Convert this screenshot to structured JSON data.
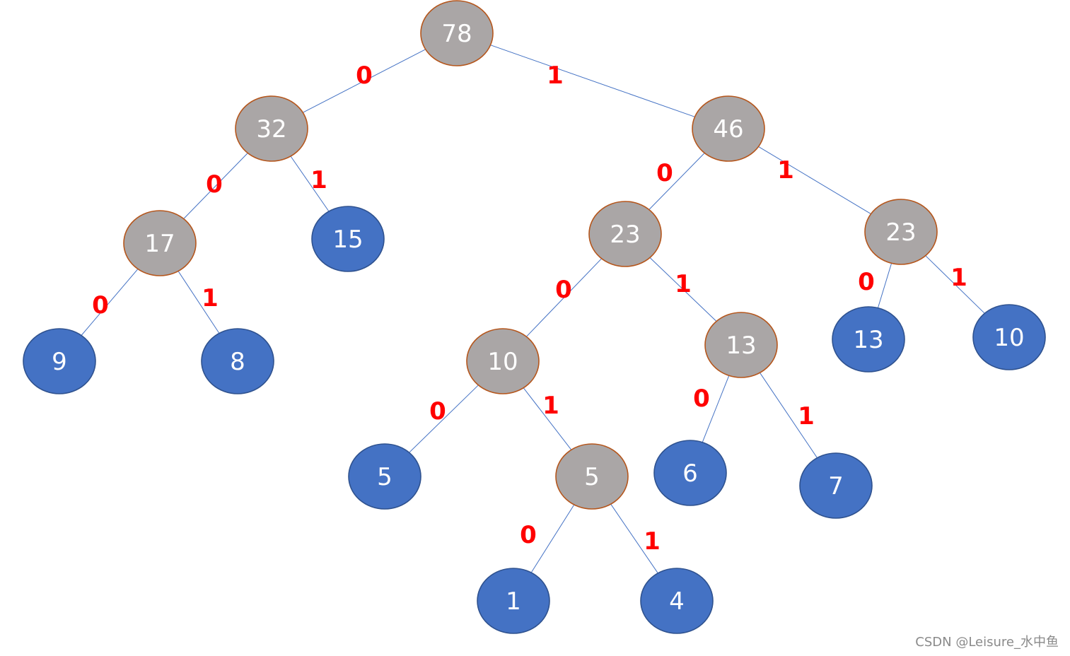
{
  "tree": {
    "nodes": [
      {
        "id": "n78",
        "label": "78",
        "kind": "internal"
      },
      {
        "id": "n32",
        "label": "32",
        "kind": "internal"
      },
      {
        "id": "n46",
        "label": "46",
        "kind": "internal"
      },
      {
        "id": "n17",
        "label": "17",
        "kind": "internal"
      },
      {
        "id": "n15",
        "label": "15",
        "kind": "leaf"
      },
      {
        "id": "n23a",
        "label": "23",
        "kind": "internal"
      },
      {
        "id": "n23b",
        "label": "23",
        "kind": "internal"
      },
      {
        "id": "n9",
        "label": "9",
        "kind": "leaf"
      },
      {
        "id": "n8",
        "label": "8",
        "kind": "leaf"
      },
      {
        "id": "n10a",
        "label": "10",
        "kind": "internal"
      },
      {
        "id": "n13a",
        "label": "13",
        "kind": "internal"
      },
      {
        "id": "n13b",
        "label": "13",
        "kind": "leaf"
      },
      {
        "id": "n10b",
        "label": "10",
        "kind": "leaf"
      },
      {
        "id": "n5a",
        "label": "5",
        "kind": "leaf"
      },
      {
        "id": "n5b",
        "label": "5",
        "kind": "internal"
      },
      {
        "id": "n6",
        "label": "6",
        "kind": "leaf"
      },
      {
        "id": "n7",
        "label": "7",
        "kind": "leaf"
      },
      {
        "id": "n1",
        "label": "1",
        "kind": "leaf"
      },
      {
        "id": "n4",
        "label": "4",
        "kind": "leaf"
      }
    ],
    "edges": [
      {
        "from": "n78",
        "to": "n32",
        "bit": "0"
      },
      {
        "from": "n78",
        "to": "n46",
        "bit": "1"
      },
      {
        "from": "n32",
        "to": "n17",
        "bit": "0"
      },
      {
        "from": "n32",
        "to": "n15",
        "bit": "1"
      },
      {
        "from": "n46",
        "to": "n23a",
        "bit": "0"
      },
      {
        "from": "n46",
        "to": "n23b",
        "bit": "1"
      },
      {
        "from": "n17",
        "to": "n9",
        "bit": "0"
      },
      {
        "from": "n17",
        "to": "n8",
        "bit": "1"
      },
      {
        "from": "n23a",
        "to": "n10a",
        "bit": "0"
      },
      {
        "from": "n23a",
        "to": "n13a",
        "bit": "1"
      },
      {
        "from": "n23b",
        "to": "n13b",
        "bit": "0"
      },
      {
        "from": "n23b",
        "to": "n10b",
        "bit": "1"
      },
      {
        "from": "n10a",
        "to": "n5a",
        "bit": "0"
      },
      {
        "from": "n10a",
        "to": "n5b",
        "bit": "1"
      },
      {
        "from": "n13a",
        "to": "n6",
        "bit": "0"
      },
      {
        "from": "n13a",
        "to": "n7",
        "bit": "1"
      },
      {
        "from": "n5b",
        "to": "n1",
        "bit": "0"
      },
      {
        "from": "n5b",
        "to": "n4",
        "bit": "1"
      }
    ]
  },
  "colors": {
    "internal_fill": "#aaa6a6",
    "internal_stroke": "#b5561c",
    "leaf_fill": "#4472c4",
    "leaf_stroke": "#2f528f",
    "edge": "#4472c4",
    "edge_label": "#ff0000",
    "node_text": "#ffffff"
  },
  "watermark": "CSDN @Leisure_水中鱼"
}
